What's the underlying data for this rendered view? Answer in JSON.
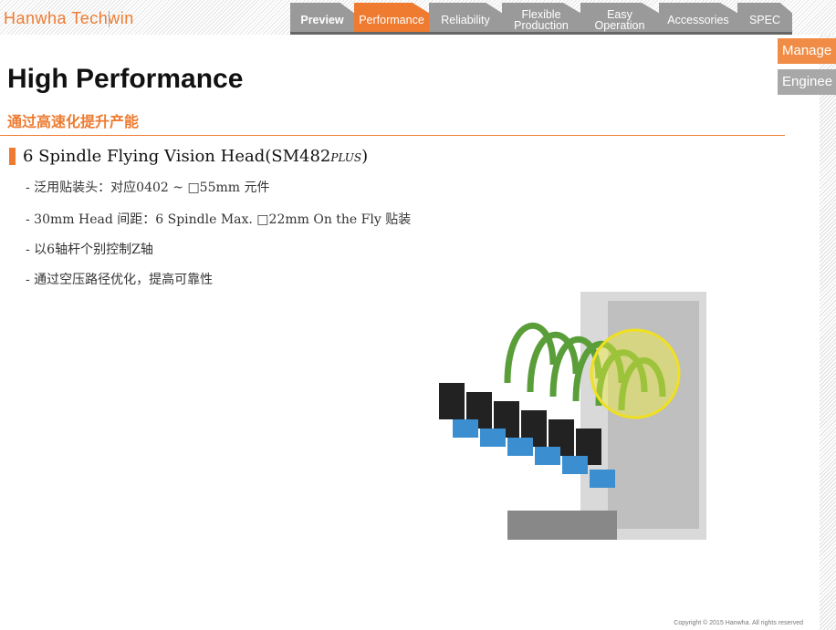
{
  "header": {
    "logo": "Hanwha Techwin",
    "tabs": [
      "Preview",
      "Performance",
      "Reliability",
      "Flexible Production",
      "Easy Operation",
      "Accessories",
      "SPEC"
    ],
    "active_tab": "Performance"
  },
  "side_tabs": [
    "Manage",
    "Enginee"
  ],
  "title": "High Performance",
  "subtitle": "通过高速化提升产能",
  "section": {
    "heading": "6 Spindle Flying Vision Head(SM482",
    "heading_suffix": "PLUS",
    "heading_close": ")",
    "bullets": [
      "- 泛用贴装头：对应0402 ~ □55mm 元件",
      "- 30mm Head 间距：6 Spindle Max. □22mm On the Fly 贴装",
      "- 以6轴杆个别控制Z轴",
      "- 通过空压路径优化，提高可靠性"
    ]
  },
  "footer": {
    "copyright": "Copyright © 2015 Hanwha. All rights reserved"
  },
  "colors": {
    "accent": "#ee7b30",
    "tab": "#9a9a9a"
  }
}
